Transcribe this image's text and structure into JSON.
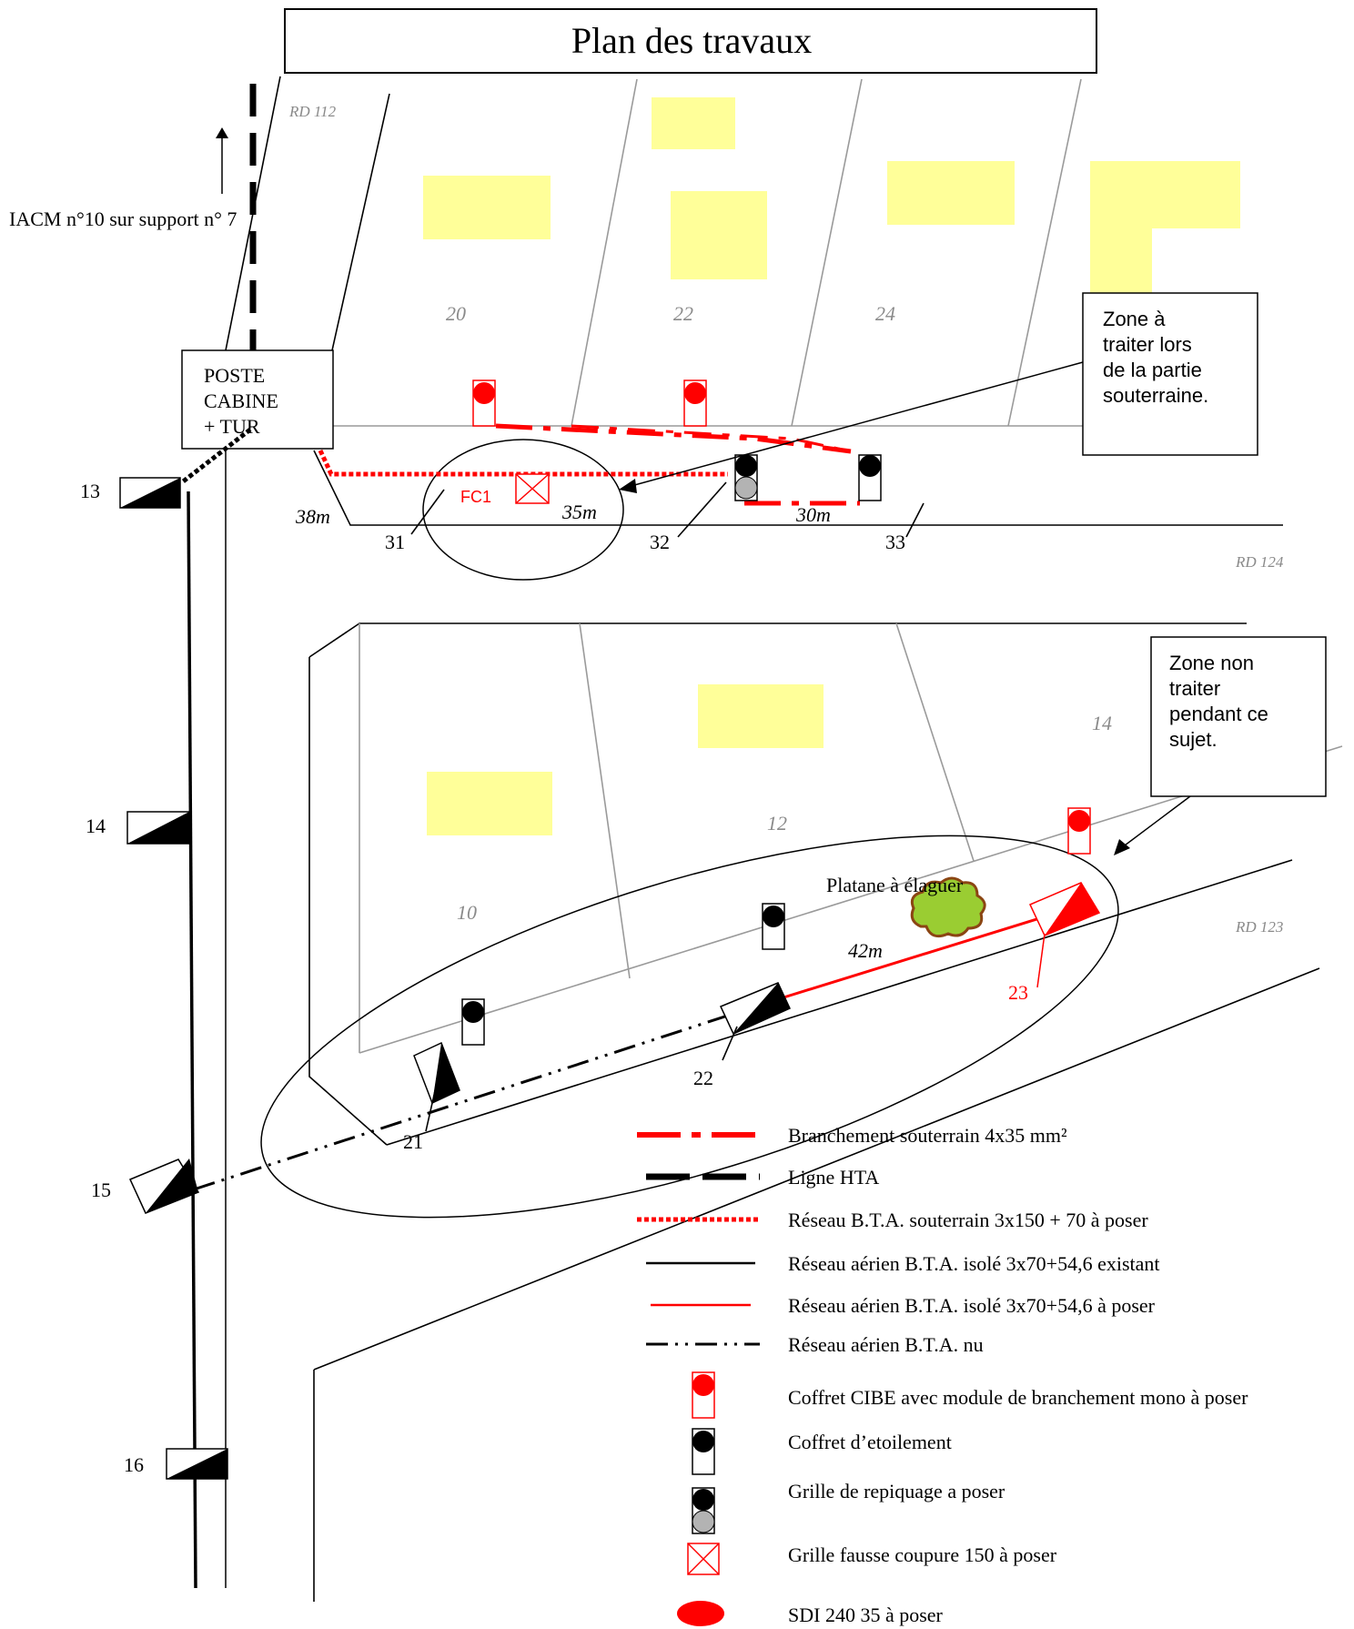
{
  "title": "Plan des travaux",
  "iacm_label": "IACM n°10 sur support n° 7",
  "poste": {
    "line1": "POSTE",
    "line2": "CABINE",
    "line3": "+ TUR"
  },
  "roads": {
    "rd112": "RD 112",
    "rd124": "RD 124",
    "rd123": "RD 123"
  },
  "lots": {
    "l20": "20",
    "l22": "22",
    "l24": "24",
    "l14": "14",
    "l12": "12",
    "l10": "10"
  },
  "supports": {
    "s13": "13",
    "s14": "14",
    "s15": "15",
    "s16": "16",
    "s21": "21",
    "s22": "22",
    "s23": "23",
    "s31": "31",
    "s32": "32",
    "s33": "33"
  },
  "distances": {
    "d38": "38m",
    "d35": "35m",
    "d30": "30m",
    "d42": "42m"
  },
  "fc1": "FC1",
  "platane": "Platane à élaguer",
  "notes": {
    "zone_traiter": [
      "Zone à",
      "traiter lors",
      "de la partie",
      "souterraine."
    ],
    "zone_non": [
      "Zone non",
      "traiter",
      "pendant ce",
      "sujet."
    ]
  },
  "legend": [
    "Branchement souterrain 4x35 mm²",
    "Ligne HTA",
    "Réseau B.T.A. souterrain 3x150 + 70 à poser",
    "Réseau aérien B.T.A. isolé 3x70+54,6 existant",
    "Réseau aérien B.T.A. isolé 3x70+54,6 à poser",
    "Réseau aérien B.T.A. nu",
    "Coffret CIBE avec module de branchement mono à poser",
    "Coffret d’etoilement",
    "Grille de repiquage a poser",
    "Grille fausse coupure 150 à poser",
    "SDI 240 35 à poser"
  ],
  "colors": {
    "red": "#ff0000",
    "house": "#ffff99",
    "tree": "#9acd32",
    "tree_outline": "#8b4513",
    "gray_line": "#9a9a9a"
  },
  "icons": [
    "coffret-cibe-icon",
    "coffret-etoilement-icon",
    "grille-repiquage-icon",
    "grille-fausse-coupure-icon",
    "sdi-icon",
    "tree-icon",
    "support-icon",
    "arrow-up-icon"
  ]
}
